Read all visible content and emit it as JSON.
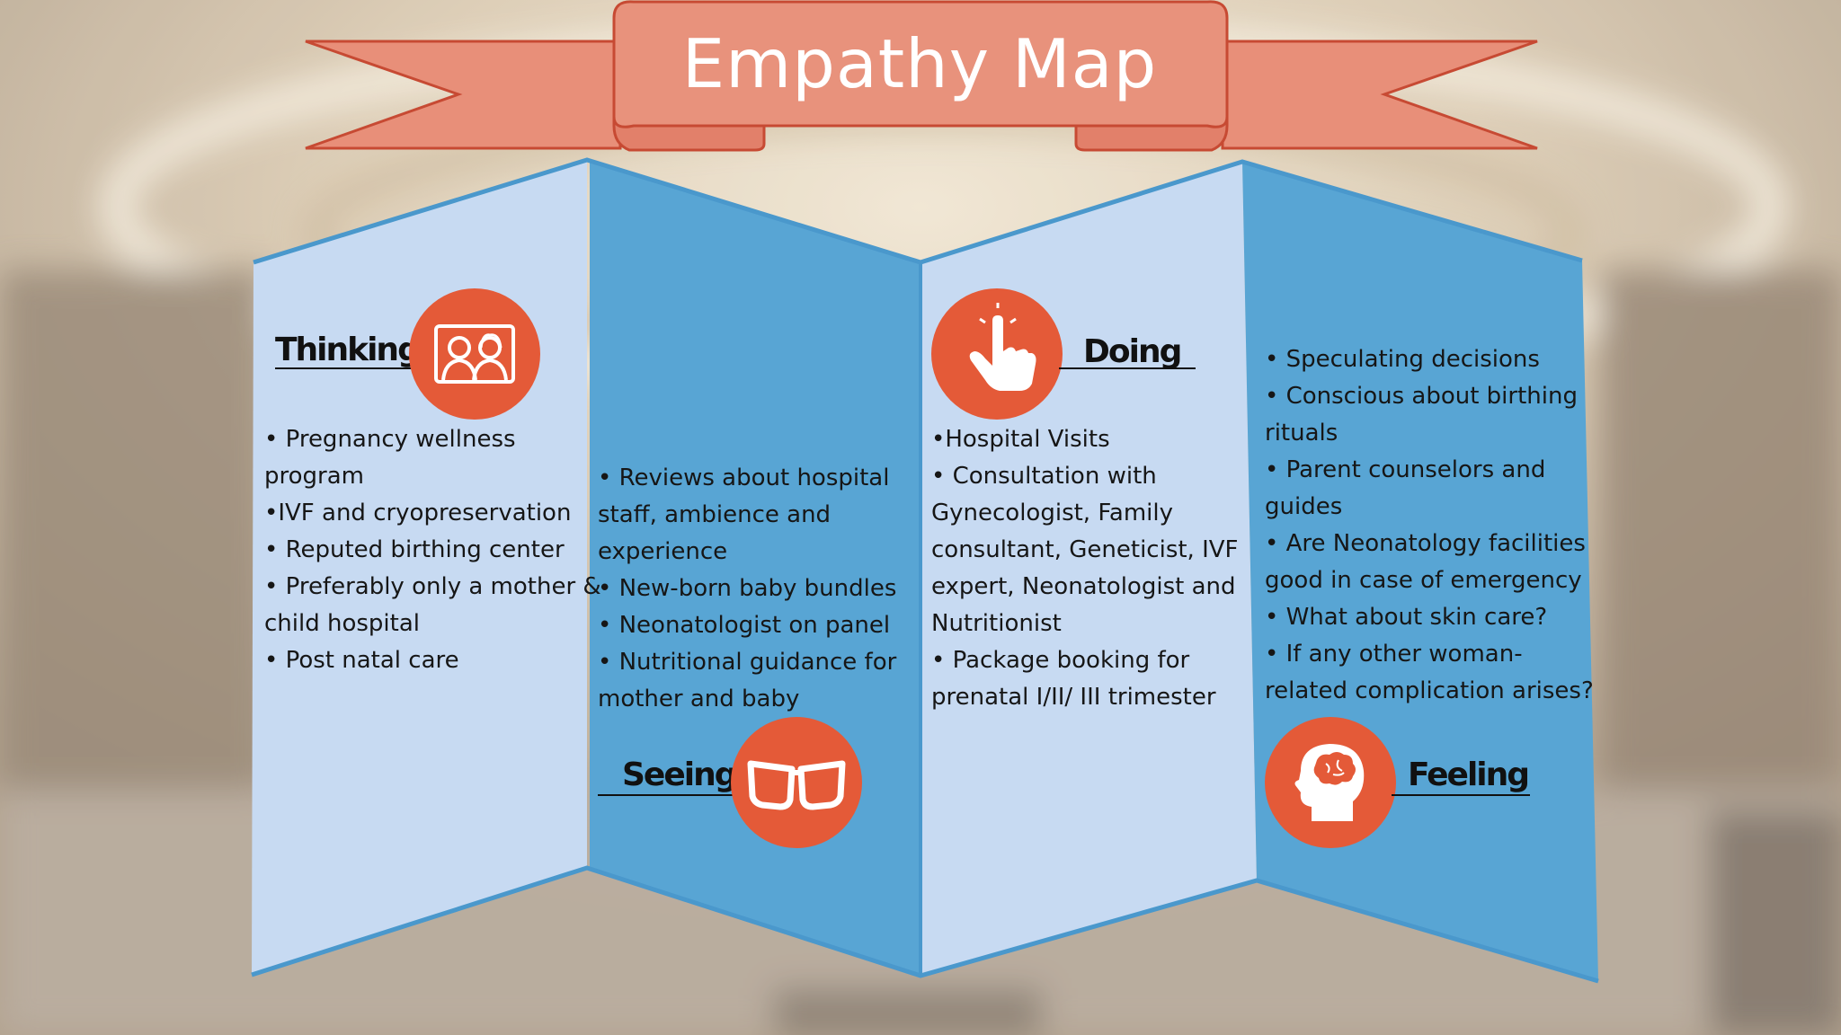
{
  "title": "Empathy Map",
  "colors": {
    "banner": "#e88f79",
    "banner_border": "#c74a33",
    "panel_light": "#c7daf2",
    "panel_dark": "#58a5d4",
    "icon_bg": "#e45a38"
  },
  "sections": {
    "thinking": {
      "heading": "Thinking",
      "icon": "family-portrait-icon",
      "lines": [
        "• Pregnancy wellness",
        "program",
        "•IVF and cryopreservation",
        "• Reputed birthing center",
        "• Preferably only a mother &",
        "child hospital",
        "• Post natal care"
      ]
    },
    "seeing": {
      "heading": "Seeing",
      "icon": "glasses-icon",
      "lines": [
        "•  Reviews about hospital",
        "staff, ambience and",
        "experience",
        "• New-born baby bundles",
        "•  Neonatologist on panel",
        "• Nutritional guidance for",
        "mother and baby"
      ]
    },
    "doing": {
      "heading": "Doing",
      "icon": "pointing-hand-icon",
      "lines": [
        "•Hospital Visits",
        "• Consultation with",
        "Gynecologist, Family",
        "consultant, Geneticist, IVF",
        "expert, Neonatologist and",
        "Nutritionist",
        "•  Package booking for",
        "prenatal I/II/ III trimester"
      ]
    },
    "feeling": {
      "heading": "Feeling",
      "icon": "head-brain-icon",
      "lines": [
        "• Speculating decisions",
        "•  Conscious about birthing",
        "rituals",
        "• Parent counselors and",
        "guides",
        "• Are Neonatology facilities",
        "good in case of emergency",
        "• What about skin care?",
        "• If any other woman-",
        "related complication arises?"
      ]
    }
  }
}
